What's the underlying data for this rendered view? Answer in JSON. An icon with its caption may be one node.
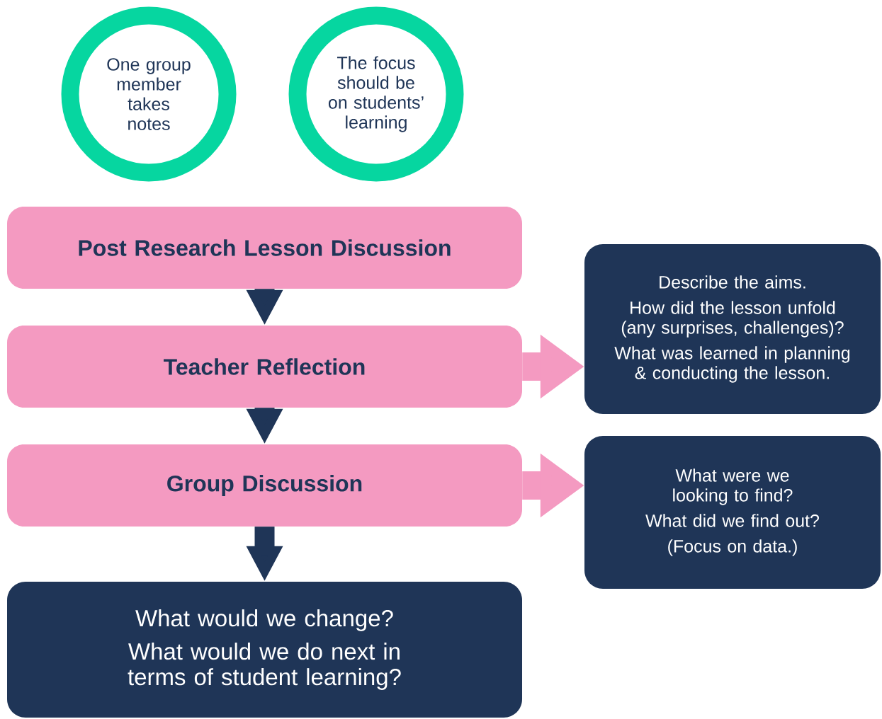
{
  "diagram": {
    "nodes": [
      {
        "text": [
          "One group member takes notes"
        ]
      },
      {
        "text": [
          "The focus should be on students’ learning"
        ]
      },
      {
        "text": [
          "Post Research Lesson Discussion"
        ]
      },
      {
        "text": [
          "Teacher Reflection"
        ]
      },
      {
        "text": [
          "Describe the aims.",
          "How did the lesson unfold (any surprises, challenges)?",
          "What was learned in planning & conducting the lesson."
        ]
      },
      {
        "text": [
          "Group Discussion"
        ]
      },
      {
        "text": [
          "What were we looking to find?",
          "What did we find out?",
          "(Focus on data.)"
        ]
      },
      {
        "text": [
          "What would we change?",
          "What would we do next in terms of student learning?"
        ]
      }
    ],
    "edges": [
      {
        "from": 2,
        "to": 3,
        "arrow": "to"
      },
      {
        "from": 3,
        "to": 4,
        "arrow": "to",
        "color": "#f49ac1"
      },
      {
        "from": 3,
        "to": 5,
        "arrow": "to"
      },
      {
        "from": 5,
        "to": 6,
        "arrow": "to",
        "color": "#f49ac1"
      },
      {
        "from": 5,
        "to": 7,
        "arrow": "to"
      }
    ]
  }
}
